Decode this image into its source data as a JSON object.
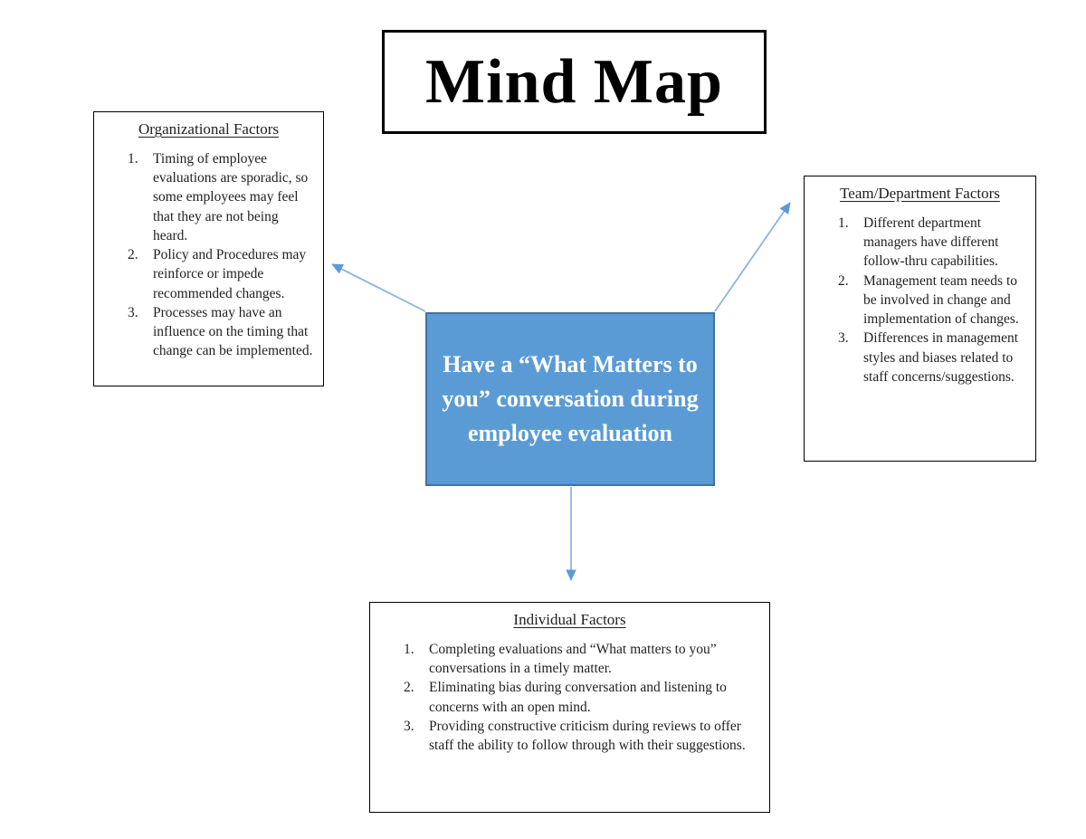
{
  "title_box": {
    "label": "Mind Map"
  },
  "center_node": {
    "label": "Have a “What Matters to you” conversation during employee evaluation",
    "fill_color": "#5b9bd5",
    "border_color": "#41719c",
    "text_color": "#ffffff"
  },
  "factor_boxes": {
    "organizational": {
      "heading": "Organizational Factors",
      "items": [
        "Timing of employee evaluations are sporadic, so some employees may feel that they are not being heard.",
        "Policy and Procedures may reinforce or impede recommended changes.",
        "Processes may have an influence on the timing that change can be implemented."
      ]
    },
    "team_department": {
      "heading": "Team/Department Factors",
      "items": [
        "Different department managers have different follow-thru capabilities.",
        "Management team needs to be involved in change and implementation of changes.",
        "Differences in management styles and biases related to staff concerns/suggestions."
      ]
    },
    "individual": {
      "heading": "Individual Factors",
      "items": [
        "Completing evaluations and “What matters to you” conversations in a timely matter.",
        "Eliminating bias during conversation and listening to concerns with an open mind.",
        "Providing constructive criticism during reviews to offer staff the ability to follow through with their suggestions."
      ]
    }
  },
  "connectors": {
    "line_color": "#8db3e2",
    "arrowhead_color": "#5b9bd5"
  }
}
